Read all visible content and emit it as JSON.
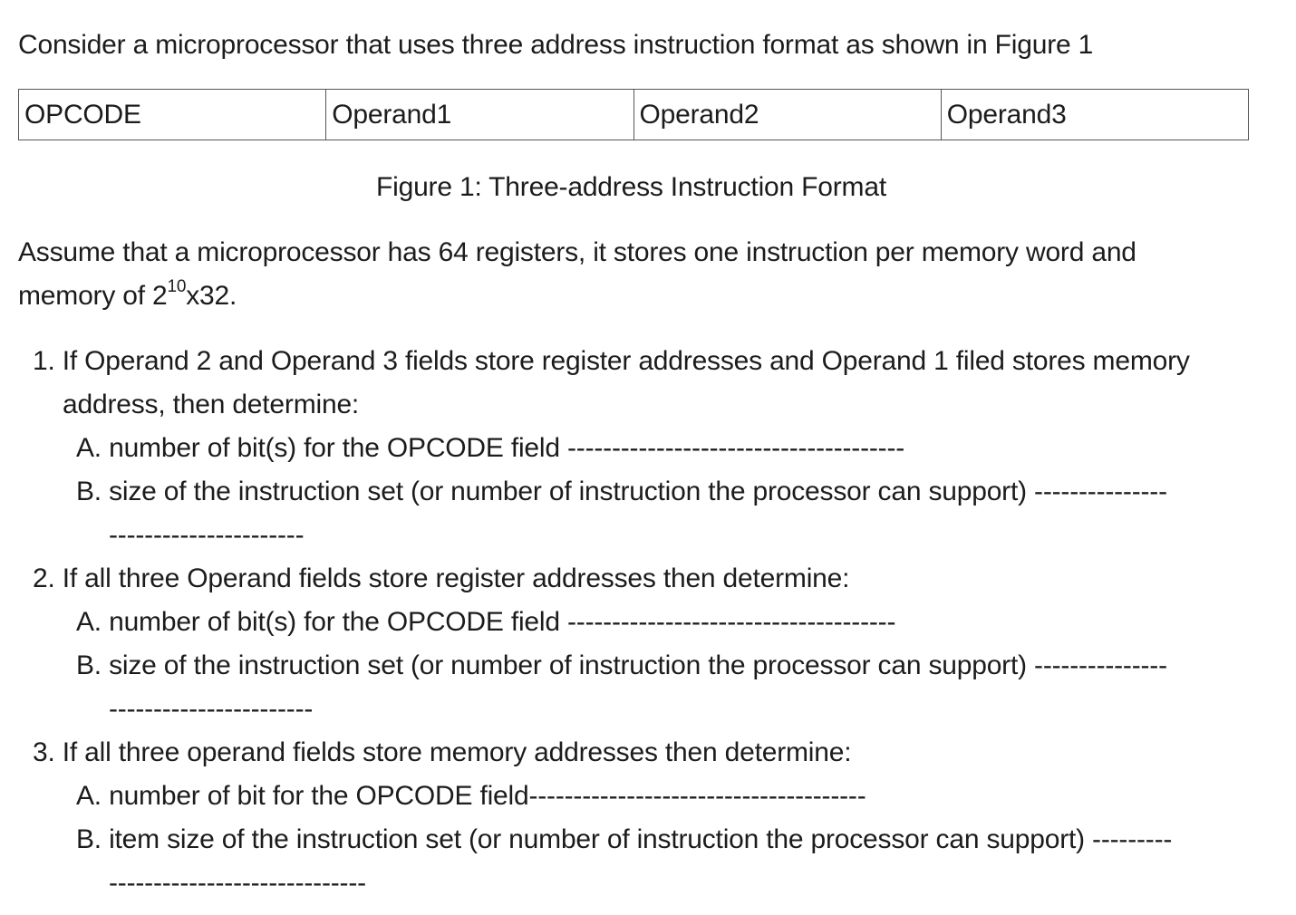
{
  "intro": "Consider a microprocessor that uses three address instruction format as shown in Figure 1",
  "format_table": {
    "cells": [
      "OPCODE",
      "Operand1",
      "Operand2",
      "Operand3"
    ]
  },
  "caption": "Figure 1: Three-address Instruction Format",
  "assumption": {
    "line1": "Assume that a microprocessor has 64 registers, it stores one instruction per memory word and",
    "line2_prefix": "memory of 2",
    "line2_exponent": "10",
    "line2_suffix": "x32."
  },
  "questions": [
    {
      "line1": "1. If Operand 2 and Operand 3 fields store register addresses and Operand 1 filed stores memory",
      "line2": "address, then determine:",
      "a": "A. number of bit(s) for the OPCODE field --------------------------------------",
      "b": "B. size of the instruction set (or number of instruction the processor can support) ---------------",
      "b_cont": "----------------------"
    },
    {
      "line1": "2. If all three Operand fields store register addresses then determine:",
      "a": "A. number of bit(s) for the OPCODE field -------------------------------------",
      "b": "B. size of the instruction set (or number of instruction the processor can support) ---------------",
      "b_cont": "-----------------------"
    },
    {
      "line1": "3. If all three operand fields store memory addresses then determine:",
      "a": "A. number of bit for the OPCODE field--------------------------------------",
      "b": "B. item size of the instruction set (or number of instruction the processor can support) ---------",
      "b_cont": "-----------------------------"
    }
  ]
}
